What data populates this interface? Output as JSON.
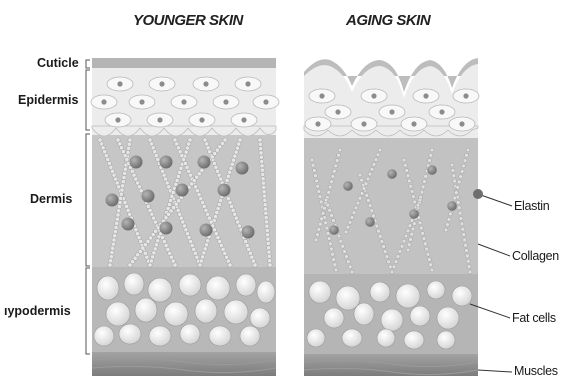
{
  "titles": {
    "younger": "YOUNGER SKIN",
    "aging": "AGING SKIN"
  },
  "layer_labels": {
    "cuticle": "Cuticle",
    "epidermis": "Epidermis",
    "dermis": "Dermis",
    "hypodermis": "ıypodermis"
  },
  "component_labels": {
    "elastin": "Elastin",
    "collagen": "Collagen",
    "fat_cells": "Fat cells",
    "muscles": "Muscles"
  },
  "colors": {
    "cuticle": "#b5b5b5",
    "epidermis": "#eeeeee",
    "dermis": "#c7c7c7",
    "hypodermis": "#b9b9b9",
    "muscle": "#8e8e8e",
    "fat_cell": "#f4f4f4",
    "elastin": "#8a8a8a",
    "collagen": "#e2e2e2"
  }
}
